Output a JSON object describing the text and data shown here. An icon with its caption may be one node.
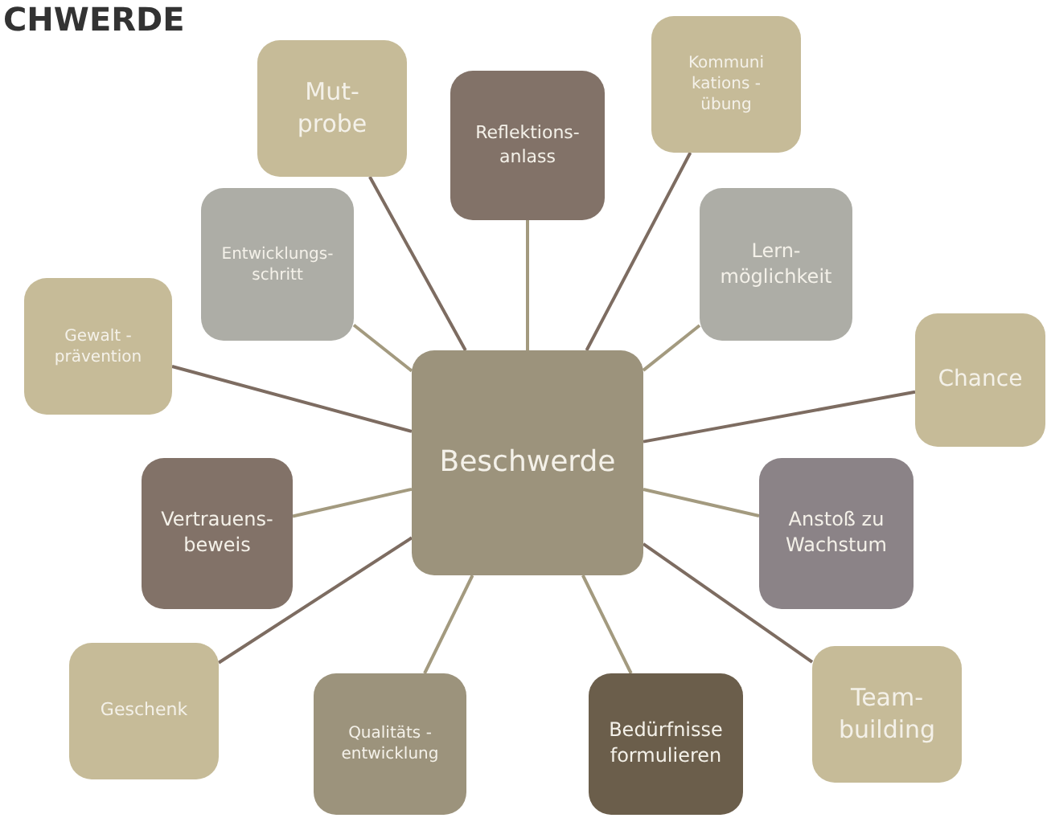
{
  "diagram": {
    "title": "CHWERDE",
    "nodes": [
      {
        "text": [
          "Beschwerde"
        ]
      },
      {
        "text": [
          "Mut- probe"
        ]
      },
      {
        "text": [
          "Reflektions- anlass"
        ]
      },
      {
        "text": [
          "Kommuni kations - übung"
        ]
      },
      {
        "text": [
          "Entwicklungs- schritt"
        ]
      },
      {
        "text": [
          "Lern- möglichkeit"
        ]
      },
      {
        "text": [
          "Gewalt - prävention"
        ]
      },
      {
        "text": [
          "Chance"
        ]
      },
      {
        "text": [
          "Vertrauens- beweis"
        ]
      },
      {
        "text": [
          "Anstoß zu Wachstum"
        ]
      },
      {
        "text": [
          "Geschenk"
        ]
      },
      {
        "text": [
          "Qualitäts - entwicklung"
        ]
      },
      {
        "text": [
          "Bedürfnisse formulieren"
        ]
      },
      {
        "text": [
          "Team- building"
        ]
      }
    ],
    "edges": [
      {
        "from": 0,
        "to": 1,
        "arrow": "none",
        "color": "#7d6c61"
      },
      {
        "from": 0,
        "to": 2,
        "arrow": "none"
      },
      {
        "from": 0,
        "to": 3,
        "arrow": "none",
        "color": "#7d6c61"
      },
      {
        "from": 0,
        "to": 4,
        "arrow": "none"
      },
      {
        "from": 0,
        "to": 5,
        "arrow": "none"
      },
      {
        "from": 0,
        "to": 6,
        "arrow": "none",
        "color": "#7d6c61"
      },
      {
        "from": 0,
        "to": 7,
        "arrow": "none",
        "color": "#7d6c61"
      },
      {
        "from": 0,
        "to": 8,
        "arrow": "none"
      },
      {
        "from": 0,
        "to": 9,
        "arrow": "none"
      },
      {
        "from": 0,
        "to": 10,
        "arrow": "none",
        "color": "#7d6c61"
      },
      {
        "from": 0,
        "to": 11,
        "arrow": "none"
      },
      {
        "from": 0,
        "to": 12,
        "arrow": "none"
      },
      {
        "from": 0,
        "to": 13,
        "arrow": "none",
        "color": "#7d6c61"
      }
    ]
  }
}
